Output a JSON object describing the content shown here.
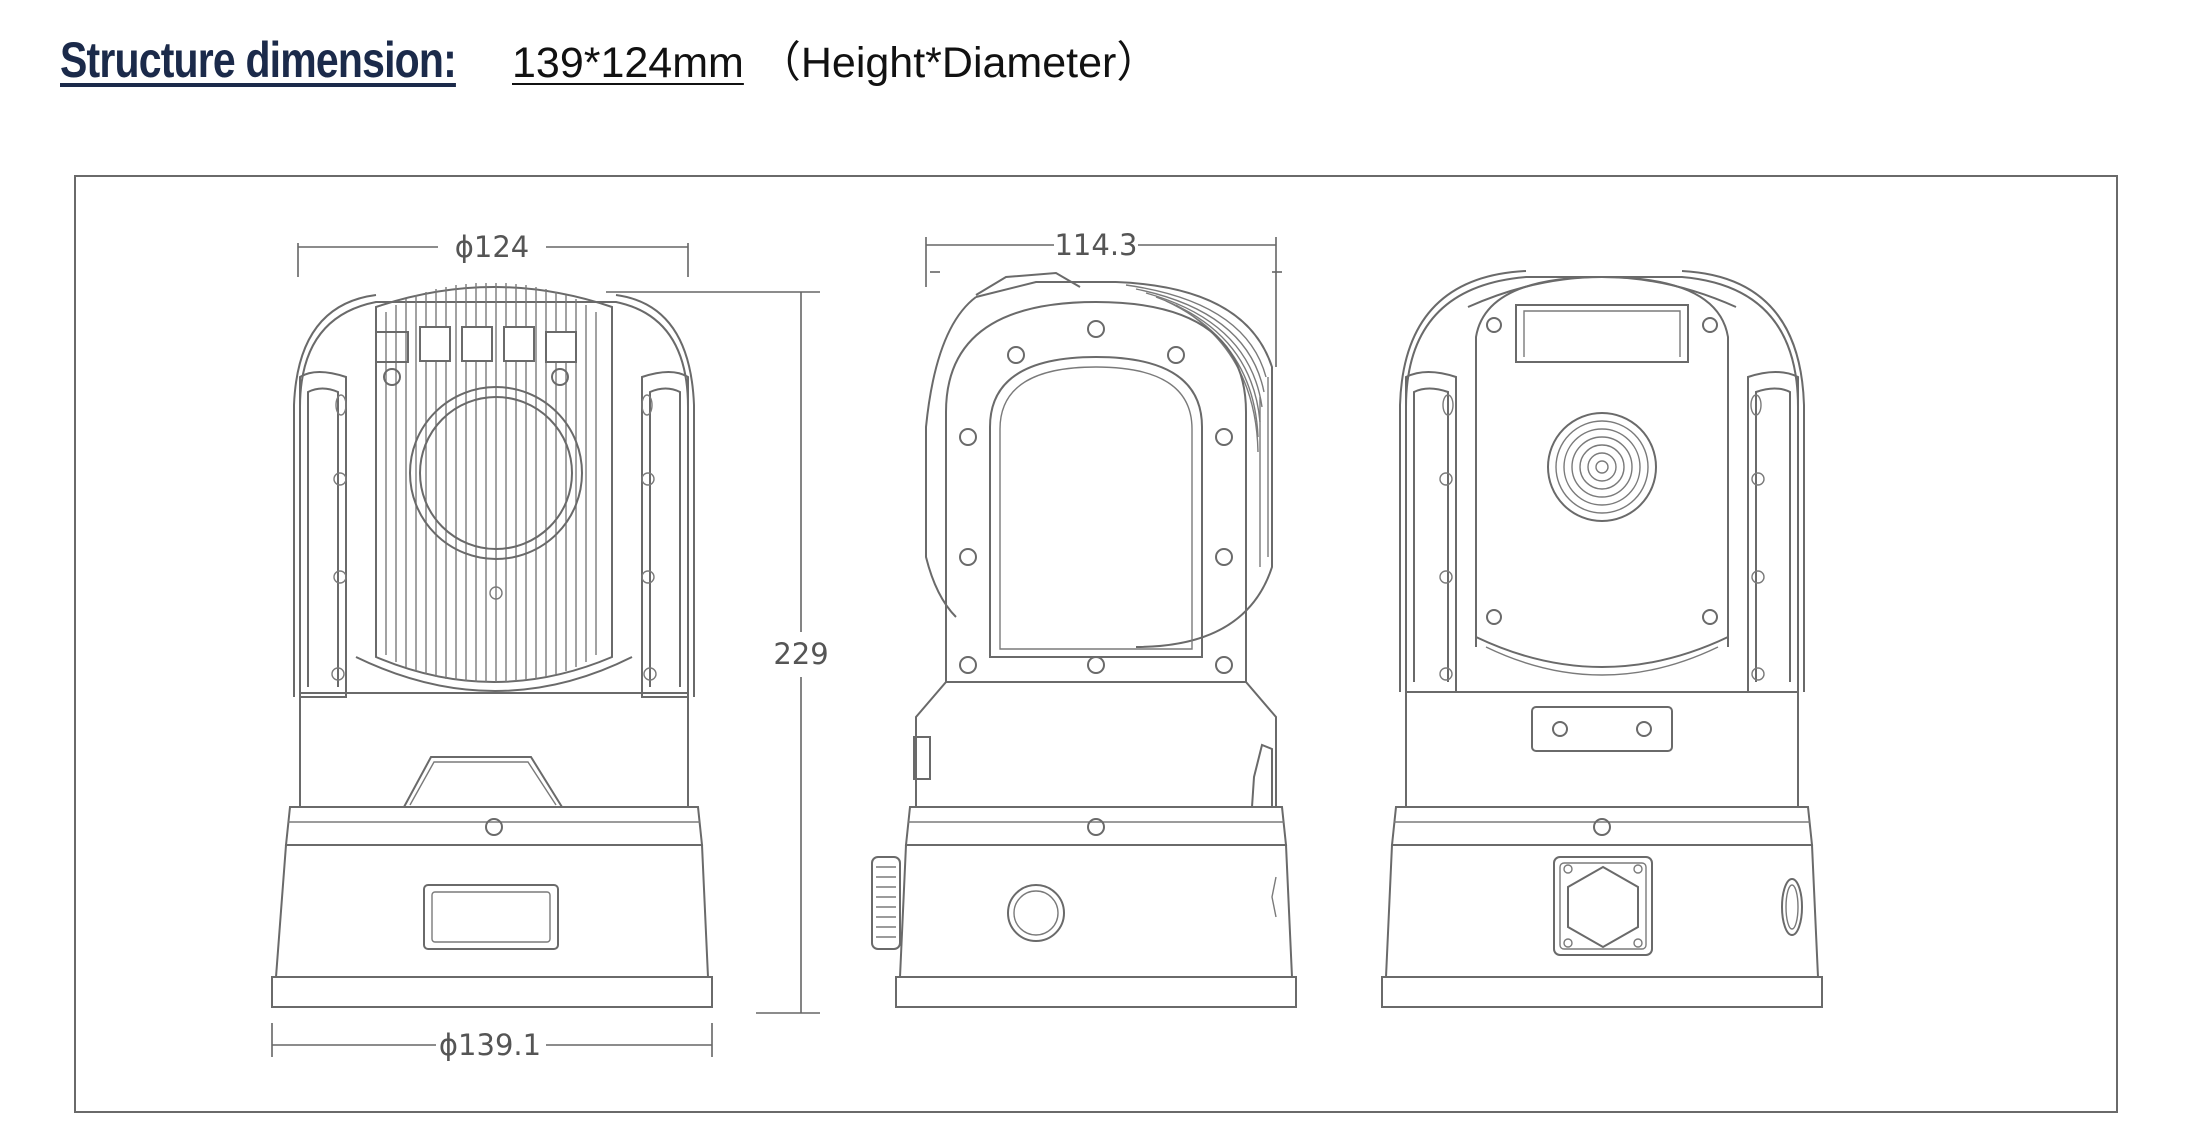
{
  "heading": {
    "label": "Structure dimension:",
    "value": "139*124mm",
    "note": "（Height*Diameter）"
  },
  "drawing": {
    "dimensions": {
      "front_top_diameter": "ϕ124",
      "front_bottom_diameter": "ϕ139.1",
      "overall_height": "229",
      "side_depth": "114.3"
    }
  },
  "colors": {
    "heading_label": "#1b2a4a",
    "line": "#6a6a6a",
    "frame": "#6a6a6a"
  }
}
